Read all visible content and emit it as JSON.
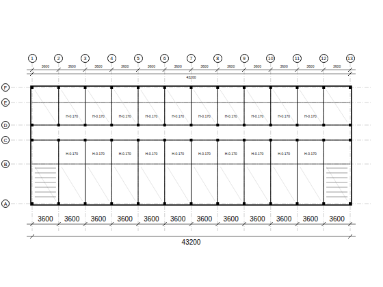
{
  "diagram": {
    "nodes": [
      {
        "text": [
          "1"
        ]
      },
      {
        "text": [
          "2"
        ]
      },
      {
        "text": [
          "3"
        ]
      },
      {
        "text": [
          "4"
        ]
      },
      {
        "text": [
          "5"
        ]
      },
      {
        "text": [
          "6"
        ]
      },
      {
        "text": [
          "7"
        ]
      },
      {
        "text": [
          "8"
        ]
      },
      {
        "text": [
          "9"
        ]
      },
      {
        "text": [
          "10"
        ]
      },
      {
        "text": [
          "11"
        ]
      },
      {
        "text": [
          "12"
        ]
      },
      {
        "text": [
          "13"
        ]
      },
      {
        "text": [
          "F"
        ]
      },
      {
        "text": [
          "E"
        ]
      },
      {
        "text": [
          "D"
        ]
      },
      {
        "text": [
          "C"
        ]
      },
      {
        "text": [
          "B"
        ]
      },
      {
        "text": [
          "A"
        ]
      }
    ],
    "labels": [
      "3600",
      "3600",
      "3600",
      "3600",
      "3600",
      "3600",
      "3600",
      "3600",
      "3600",
      "3600",
      "3600",
      "3600",
      "43200",
      "3600",
      "3600",
      "3600",
      "3600",
      "3600",
      "3600",
      "3600",
      "3600",
      "3600",
      "3600",
      "3600",
      "3600",
      "43200",
      "H-0.170",
      "H-0.170",
      "H-0.170",
      "H-0.170",
      "H-0.170",
      "H-0.170",
      "H-0.170",
      "H-0.170",
      "H-0.170",
      "H-0.170",
      "H-0.170",
      "H-0.170",
      "H-0.170",
      "H-0.170",
      "H-0.170",
      "H-0.170",
      "H-0.170",
      "H-0.170",
      "H-0.170",
      "H-0.170"
    ]
  }
}
